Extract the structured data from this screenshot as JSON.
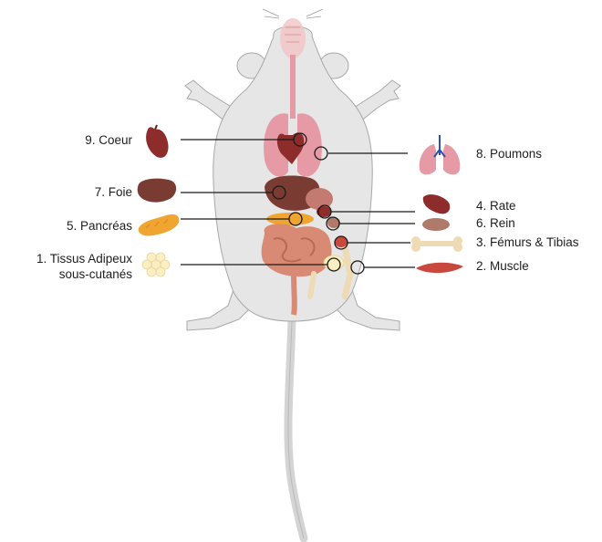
{
  "labels": {
    "coeur": "9. Coeur",
    "foie": "7. Foie",
    "pancreas": "5. Pancréas",
    "adipeux_line1": "1. Tissus Adipeux",
    "adipeux_line2": "sous-cutanés",
    "poumons": "8. Poumons",
    "rate": "4. Rate",
    "rein": "6. Rein",
    "femurs": "3. Fémurs & Tibias",
    "muscle": "2. Muscle"
  },
  "colors": {
    "mouse_body": "#e6e6e6",
    "mouse_outline": "#a8a8a8",
    "heart": "#8e2b2b",
    "lung": "#e59aa6",
    "liver": "#7a3b33",
    "pancreas": "#f0a531",
    "fat": "#fbeec0",
    "spleen": "#8e2b2b",
    "kidney": "#b07a6a",
    "bone": "#eedbb5",
    "muscle": "#c9483d",
    "leader_line": "#1a1a1a"
  }
}
